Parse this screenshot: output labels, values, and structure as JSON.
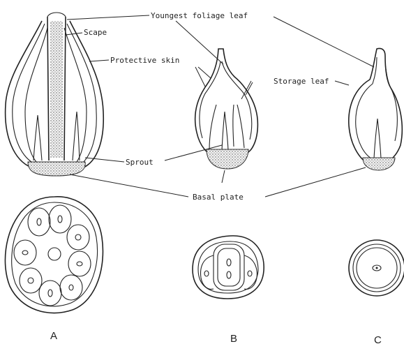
{
  "labels": {
    "youngest_foliage_leaf": "Youngest foliage leaf",
    "scape": "Scape",
    "protective_skin": "Protective skin",
    "storage_leaf": "Storage leaf",
    "sprout": "Sprout",
    "basal_plate": "Basal plate"
  },
  "captions": [
    "A",
    "B",
    "C"
  ]
}
